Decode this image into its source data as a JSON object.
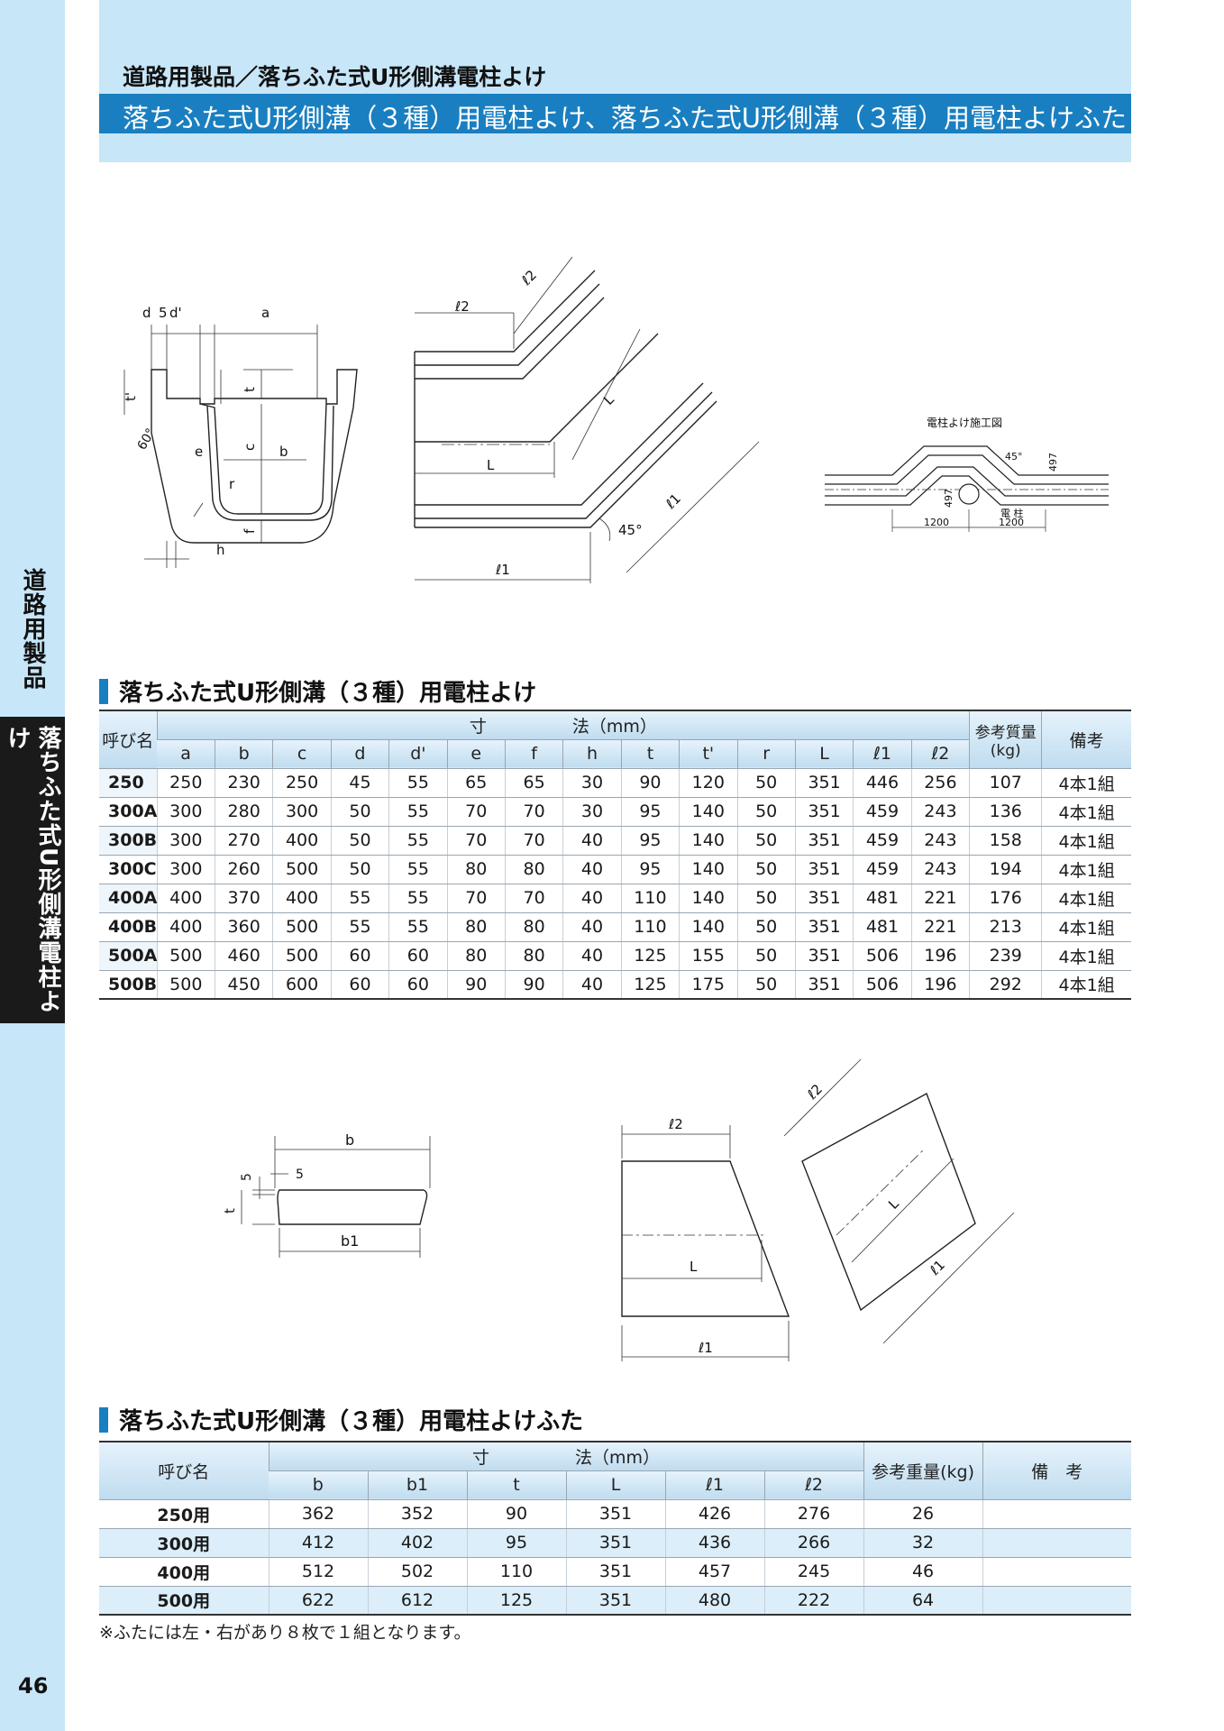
{
  "header": {
    "category": "道路用製品／落ちふた式U形側溝電柱よけ",
    "title": "落ちふた式U形側溝（３種）用電柱よけ、落ちふた式U形側溝（３種）用電柱よけふた"
  },
  "sidebar": {
    "category": "道路用製品",
    "product": "落ちふた式U形側溝電柱よけ"
  },
  "page_number": "46",
  "diagram1": {
    "labels": {
      "d": "d",
      "five": "5",
      "dp": "d'",
      "a": "a",
      "tp": "t'",
      "t": "t",
      "c": "c",
      "sixty": "60°",
      "e": "e",
      "b": "b",
      "r": "r",
      "f": "f",
      "h": "h"
    }
  },
  "diagram2": {
    "labels": {
      "l2a": "ℓ2",
      "l2b": "ℓ2",
      "La": "L",
      "Lb": "L",
      "l1a": "ℓ1",
      "l1b": "ℓ1",
      "deg45": "45°"
    }
  },
  "diagram3": {
    "title": "電柱よけ施工図",
    "labels": {
      "deg45": "45°",
      "d497a": "497",
      "d497b": "497",
      "pole": "電 柱",
      "d1200a": "1200",
      "d1200b": "1200"
    }
  },
  "section1": {
    "title": "落ちふた式U形側溝（３種）用電柱よけ",
    "headers": {
      "name": "呼び名",
      "dims": "寸　　　　　法（mm）",
      "weight": "参考質量(kg)",
      "remarks": "備考",
      "cols": [
        "a",
        "b",
        "c",
        "d",
        "d'",
        "e",
        "f",
        "h",
        "t",
        "t'",
        "r",
        "L",
        "ℓ1",
        "ℓ2"
      ]
    },
    "rows": [
      [
        "250",
        "250",
        "230",
        "250",
        "45",
        "55",
        "65",
        "65",
        "30",
        "90",
        "120",
        "50",
        "351",
        "446",
        "256",
        "107",
        "4本1組"
      ],
      [
        "300A",
        "300",
        "280",
        "300",
        "50",
        "55",
        "70",
        "70",
        "30",
        "95",
        "140",
        "50",
        "351",
        "459",
        "243",
        "136",
        "4本1組"
      ],
      [
        "300B",
        "300",
        "270",
        "400",
        "50",
        "55",
        "70",
        "70",
        "40",
        "95",
        "140",
        "50",
        "351",
        "459",
        "243",
        "158",
        "4本1組"
      ],
      [
        "300C",
        "300",
        "260",
        "500",
        "50",
        "55",
        "80",
        "80",
        "40",
        "95",
        "140",
        "50",
        "351",
        "459",
        "243",
        "194",
        "4本1組"
      ],
      [
        "400A",
        "400",
        "370",
        "400",
        "55",
        "55",
        "70",
        "70",
        "40",
        "110",
        "140",
        "50",
        "351",
        "481",
        "221",
        "176",
        "4本1組"
      ],
      [
        "400B",
        "400",
        "360",
        "500",
        "55",
        "55",
        "80",
        "80",
        "40",
        "110",
        "140",
        "50",
        "351",
        "481",
        "221",
        "213",
        "4本1組"
      ],
      [
        "500A",
        "500",
        "460",
        "500",
        "60",
        "60",
        "80",
        "80",
        "40",
        "125",
        "155",
        "50",
        "351",
        "506",
        "196",
        "239",
        "4本1組"
      ],
      [
        "500B",
        "500",
        "450",
        "600",
        "60",
        "60",
        "90",
        "90",
        "40",
        "125",
        "175",
        "50",
        "351",
        "506",
        "196",
        "292",
        "4本1組"
      ]
    ]
  },
  "diagram4": {
    "labels": {
      "b": "b",
      "five_v": "5",
      "five_h": "5",
      "t": "t",
      "b1": "b1"
    }
  },
  "diagram5": {
    "labels": {
      "l2a": "ℓ2",
      "La": "L",
      "l1a": "ℓ1",
      "l2b": "ℓ2",
      "Lb": "L",
      "l1b": "ℓ1"
    }
  },
  "section2": {
    "title": "落ちふた式U形側溝（３種）用電柱よけふた",
    "headers": {
      "name": "呼び名",
      "dims": "寸　　　　　法（mm）",
      "weight": "参考重量(kg)",
      "remarks": "備　考",
      "cols": [
        "b",
        "b1",
        "t",
        "L",
        "ℓ1",
        "ℓ2"
      ]
    },
    "rows": [
      [
        "250用",
        "362",
        "352",
        "90",
        "351",
        "426",
        "276",
        "26",
        ""
      ],
      [
        "300用",
        "412",
        "402",
        "95",
        "351",
        "436",
        "266",
        "32",
        ""
      ],
      [
        "400用",
        "512",
        "502",
        "110",
        "351",
        "457",
        "245",
        "46",
        ""
      ],
      [
        "500用",
        "622",
        "612",
        "125",
        "351",
        "480",
        "222",
        "64",
        ""
      ]
    ],
    "note": "※ふたには左・右があり８枚で１組となります。"
  }
}
